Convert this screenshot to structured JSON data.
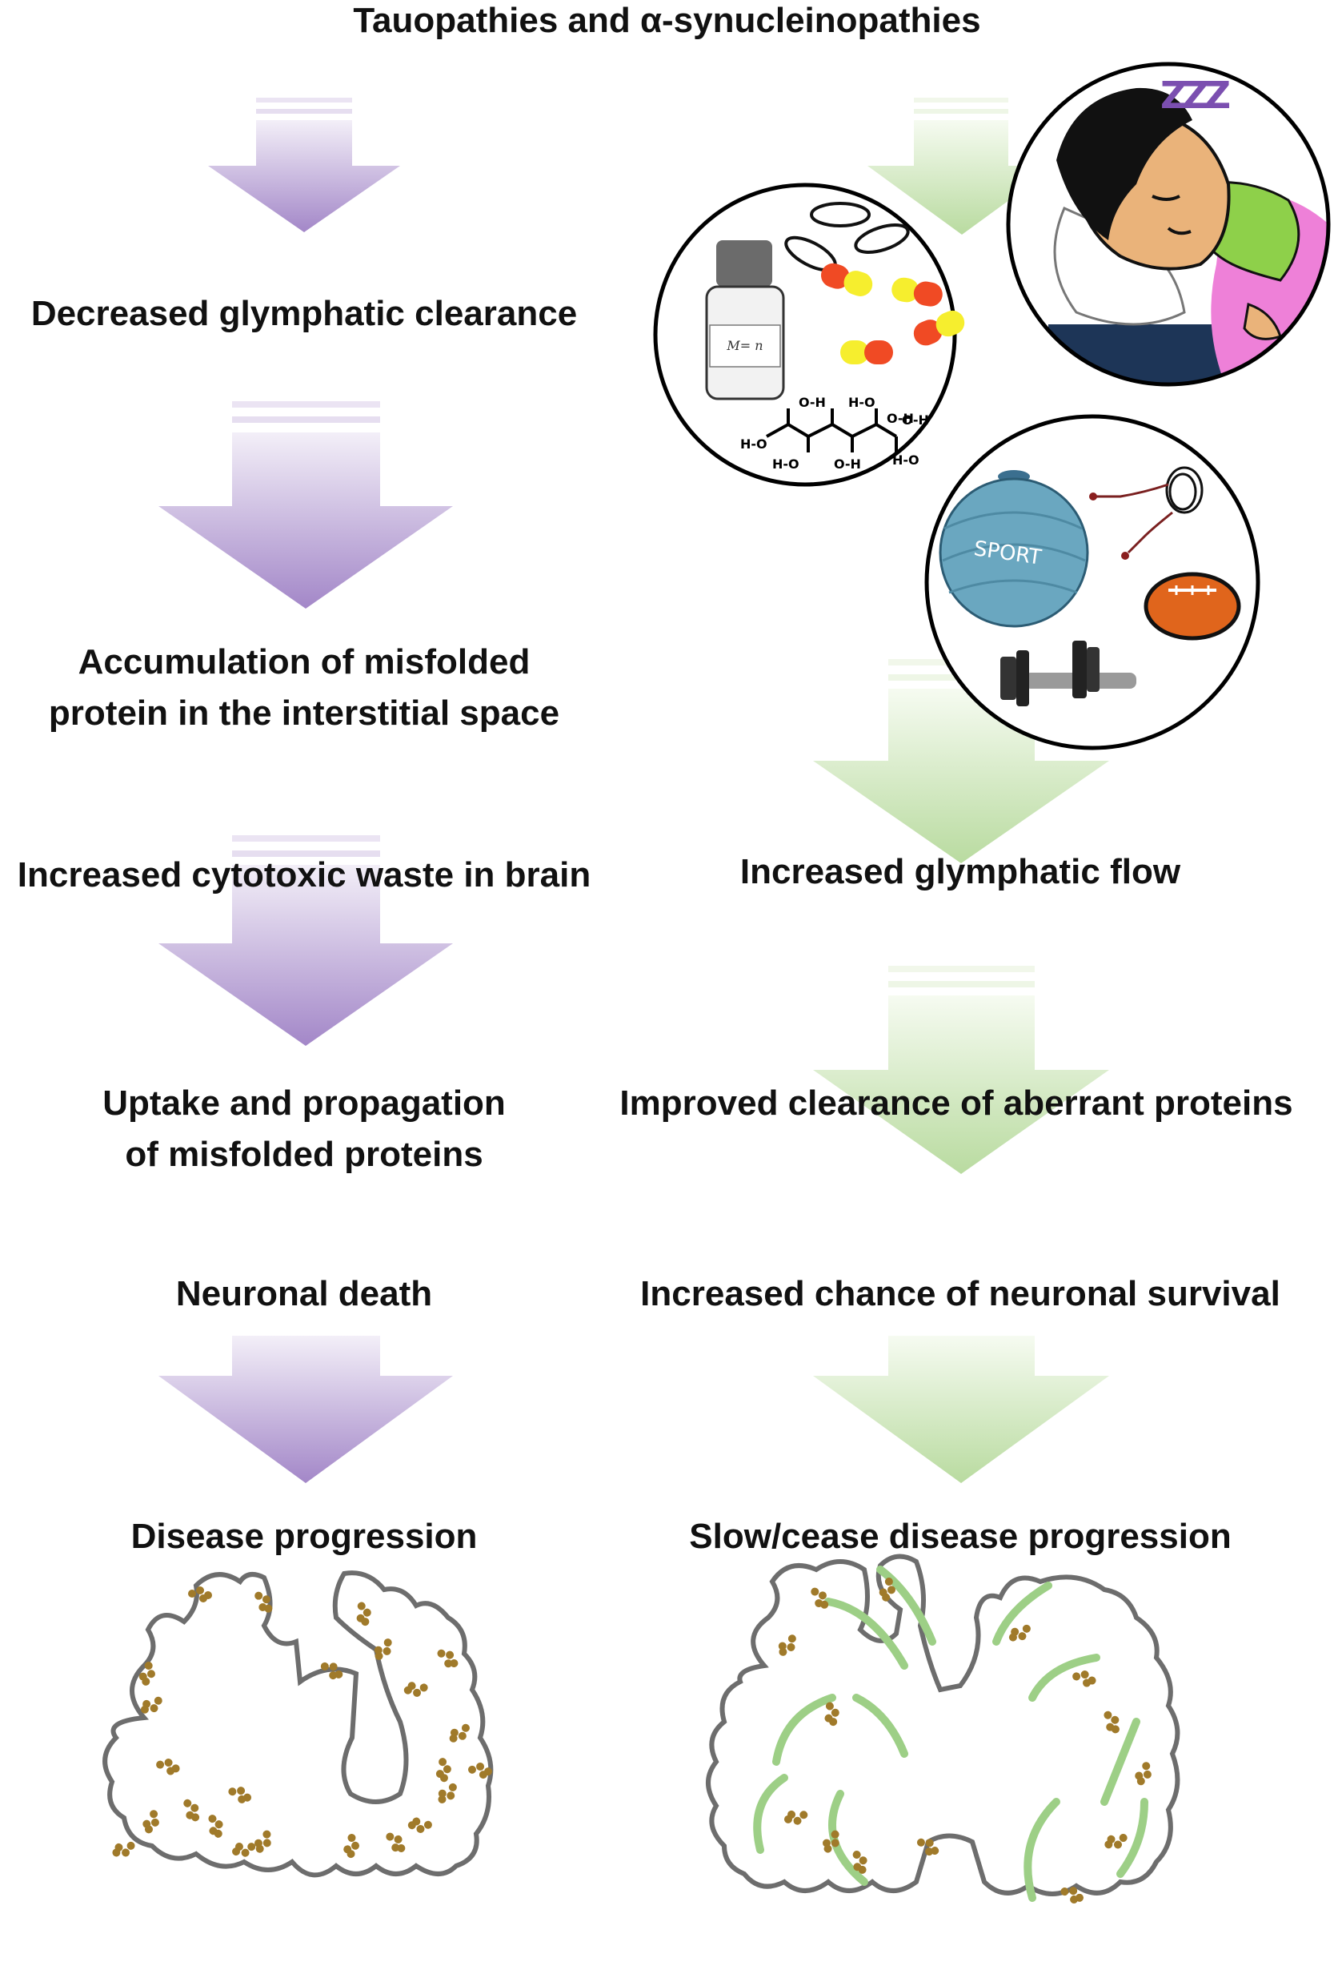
{
  "title": "Tauopathies and α-synucleinopathies",
  "left_column": {
    "steps": [
      "Decreased  glymphatic clearance",
      [
        "Accumulation of misfolded",
        "protein in the interstitial space"
      ],
      "Increased cytotoxic waste in brain",
      [
        "Uptake and propagation",
        "of misfolded proteins"
      ],
      "Neuronal death",
      "Disease progression"
    ]
  },
  "right_column": {
    "steps": [
      "Increased glymphatic flow",
      "Improved clearance of aberrant proteins",
      "Increased chance of neuronal survival",
      "Slow/cease disease progression"
    ]
  },
  "illustrations": {
    "medication_bottle_label": "M= n",
    "sport_ball_label": "SPORT",
    "sleep_symbol": "ZZZ",
    "chemical_labels": [
      "H-O",
      "O-H",
      "H-O",
      "O-H",
      "H-O",
      "O-H",
      "H-O",
      "O-H"
    ]
  },
  "colors": {
    "purple_arrow_top": "#efeaf6",
    "purple_arrow_bottom": "#a48ac8",
    "green_arrow_top": "#f4f9ee",
    "green_arrow_bottom": "#b7d99c",
    "brain_outline": "#707070",
    "protein_aggregate": "#a07a2a",
    "flow_arrow": "#9dcf86"
  }
}
